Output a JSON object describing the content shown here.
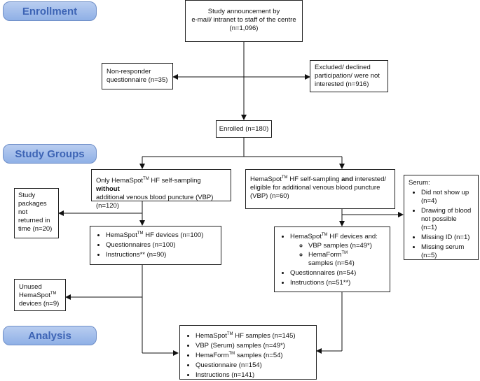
{
  "sections": {
    "enrollment": "Enrollment",
    "study_groups": "Study Groups",
    "analysis": "Analysis"
  },
  "announcement": {
    "line1": "Study announcement by",
    "line2": "e-mail/ intranet to staff of the centre",
    "line3": "(n=1,096)"
  },
  "nonresponder": {
    "line1": "Non-responder",
    "line2": "questionnaire (n=35)"
  },
  "excluded": {
    "line1": "Excluded/ declined",
    "line2": "participation/ were not",
    "line3": "interested (n=916)"
  },
  "enrolled": "Enrolled (n=180)",
  "group_only": {
    "pre": "Only HemaSpot",
    "tm": "TM",
    "mid": " HF self-sampling ",
    "bold": "without",
    "line2": "additional venous blood puncture (VBP) (n=120)"
  },
  "group_vbp": {
    "pre": "HemaSpot",
    "tm": "TM",
    "mid": " HF self-sampling ",
    "bold": "and",
    "post": " interested/",
    "line2": "eligible for additional venous blood puncture",
    "line3": "(VBP) (n=60)"
  },
  "not_returned": {
    "line1": "Study",
    "line2": "packages",
    "line3": "not",
    "line4": "returned in",
    "line5": "time (n=20)"
  },
  "left_items": {
    "i1_pre": "HemaSpot",
    "i1_tm": "TM",
    "i1_post": " HF devices (n=100)",
    "i2": "Questionnaires (n=100)",
    "i3": "Instructions** (n=90)"
  },
  "right_items": {
    "i1_pre": "HemaSpot",
    "i1_tm": "TM",
    "i1_post": " HF devices and:",
    "sub1": "VBP samples (n=49*)",
    "sub2_pre": "HemaForm",
    "sub2_tm": "TM",
    "sub2_line2": "samples (n=54)",
    "i2": "Questionnaires (n=54)",
    "i3": "Instructions (n=51**)"
  },
  "serum": {
    "title": "Serum:",
    "i1a": "Did not show up",
    "i1b": "(n=4)",
    "i2a": "Drawing of blood",
    "i2b": "not possible",
    "i2c": "(n=1)",
    "i3": "Missing ID (n=1)",
    "i4a": "Missing serum",
    "i4b": "(n=5)"
  },
  "unused": {
    "line1": "Unused",
    "line2_pre": "HemaSpot",
    "line2_tm": "TM",
    "line3": "devices (n=9)"
  },
  "analysis_box": {
    "i1_pre": "HemaSpot",
    "i1_tm": "TM",
    "i1_post": " HF samples (n=145)",
    "i2": "VBP (Serum) samples (n=49*)",
    "i3_pre": "HemaForm",
    "i3_tm": "TM",
    "i3_post": " samples (n=54)",
    "i4": "Questionnaire (n=154)",
    "i5": "Instructions (n=141)"
  }
}
